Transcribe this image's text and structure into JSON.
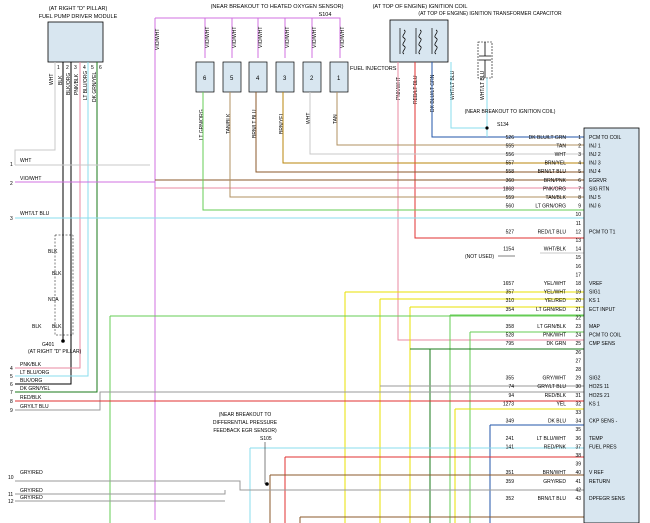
{
  "fuel_pump_module": {
    "location": "(AT RIGHT \"D\" PILLAR)",
    "name": "FUEL PUMP DRIVER MODULE",
    "pins": [
      "WHT",
      "BLK",
      "BLK/ORG",
      "PNK/BLK",
      "LT BLU/ORG",
      "DK GRN/YEL"
    ],
    "pin_numbers": [
      "1",
      "2",
      "3",
      "4",
      "5",
      "6"
    ]
  },
  "injectors": {
    "note": "(NEAR BREAKOUT TO HEATED OXYGEN SENSOR)",
    "splice": "S104",
    "label": "FUEL INJECTORS",
    "numbers": [
      "6",
      "5",
      "4",
      "3",
      "2",
      "1"
    ],
    "top_wire": "VIO/WHT",
    "bottom_wires": [
      "LT GRN/ORG",
      "TAN/BLK",
      "BRN/LT BLU",
      "BRN/YEL",
      "WHT",
      "TAN"
    ],
    "left_feed": "VIO/WHT"
  },
  "ignition_coil": {
    "label": "(AT TOP OF ENGINE) IGNITION COIL",
    "wires": [
      "PNK/WHT",
      "RED/LT BLU",
      "DK BLU/LT GRN",
      "WHT/LT BLU"
    ]
  },
  "capacitor": {
    "label": "(AT TOP OF ENGINE) IGNITION TRANSFORMER CAPACITOR"
  },
  "coil_breakout": {
    "note": "(NEAR BREAKOUT TO IGNITION COIL)",
    "splice": "S134"
  },
  "left_connector": {
    "items": [
      {
        "num": "1",
        "label": "WHT"
      },
      {
        "num": "2",
        "label": "VIO/WHT"
      },
      {
        "num": "3",
        "label": "WHT/LT BLU"
      },
      {
        "num": "4",
        "label": "PNK/BLK"
      },
      {
        "num": "5",
        "label": "LT BLU/ORG"
      },
      {
        "num": "6",
        "label": "BLK/ORG"
      },
      {
        "num": "7",
        "label": "DK GRN/YEL"
      },
      {
        "num": "8",
        "label": "RED/BLK"
      },
      {
        "num": "9",
        "label": "GRY/LT BLU"
      },
      {
        "num": "10",
        "label": "GRY/RED"
      },
      {
        "num": "11",
        "label": "GRY/RED"
      },
      {
        "num": "12",
        "label": "GRY/RED"
      }
    ]
  },
  "ground": {
    "labels": [
      "BLK",
      "BLK",
      "NCA",
      "BLK",
      "BLK"
    ],
    "id": "G401",
    "location": "(AT RIGHT \"D\" PILLAR)"
  },
  "egr_note": {
    "text": "(NEAR BREAKOUT TO DIFFERENTIAL PRESSURE FEEDBACK EGR SENSOR)",
    "splice": "S105"
  },
  "not_used": "(NOT USED)",
  "pcm_wires": [
    {
      "circuit": "526",
      "color": "DK BLU/LT GRN",
      "pin": "1",
      "func": "PCM TO COIL"
    },
    {
      "circuit": "555",
      "color": "TAN",
      "pin": "2",
      "func": "INJ 1"
    },
    {
      "circuit": "556",
      "color": "WHT",
      "pin": "3",
      "func": "INJ 2"
    },
    {
      "circuit": "557",
      "color": "BRN/YEL",
      "pin": "4",
      "func": "INJ 3"
    },
    {
      "circuit": "558",
      "color": "BRN/LT BLU",
      "pin": "5",
      "func": "INJ 4"
    },
    {
      "circuit": "360",
      "color": "BRN/PNK",
      "pin": "6",
      "func": "EGRVR"
    },
    {
      "circuit": "1868",
      "color": "PNK/ORG",
      "pin": "7",
      "func": "SIG RTN"
    },
    {
      "circuit": "559",
      "color": "TAN/BLK",
      "pin": "8",
      "func": "INJ 5"
    },
    {
      "circuit": "560",
      "color": "LT GRN/ORG",
      "pin": "9",
      "func": "INJ 6"
    },
    {
      "circuit": "",
      "color": "",
      "pin": "10",
      "func": ""
    },
    {
      "circuit": "",
      "color": "",
      "pin": "11",
      "func": ""
    },
    {
      "circuit": "527",
      "color": "RED/LT BLU",
      "pin": "12",
      "func": "PCM TO T1"
    },
    {
      "circuit": "",
      "color": "",
      "pin": "13",
      "func": ""
    },
    {
      "circuit": "1154",
      "color": "WHT/BLK",
      "pin": "14",
      "func": ""
    },
    {
      "circuit": "",
      "color": "",
      "pin": "15",
      "func": ""
    },
    {
      "circuit": "",
      "color": "",
      "pin": "16",
      "func": ""
    },
    {
      "circuit": "",
      "color": "",
      "pin": "17",
      "func": ""
    },
    {
      "circuit": "1657",
      "color": "YEL/WHT",
      "pin": "18",
      "func": "VREF"
    },
    {
      "circuit": "357",
      "color": "YEL/WHT",
      "pin": "19",
      "func": "SIG1"
    },
    {
      "circuit": "310",
      "color": "YEL/RED",
      "pin": "20",
      "func": "KS 1"
    },
    {
      "circuit": "354",
      "color": "LT GRN/RED",
      "pin": "21",
      "func": "ECT INPUT"
    },
    {
      "circuit": "",
      "color": "",
      "pin": "22",
      "func": ""
    },
    {
      "circuit": "358",
      "color": "LT GRN/BLK",
      "pin": "23",
      "func": "MAP"
    },
    {
      "circuit": "528",
      "color": "PNK/WHT",
      "pin": "24",
      "func": "PCM TO COIL"
    },
    {
      "circuit": "795",
      "color": "DK GRN",
      "pin": "25",
      "func": "CMP SENS"
    },
    {
      "circuit": "",
      "color": "",
      "pin": "26",
      "func": ""
    },
    {
      "circuit": "",
      "color": "",
      "pin": "27",
      "func": ""
    },
    {
      "circuit": "",
      "color": "",
      "pin": "28",
      "func": ""
    },
    {
      "circuit": "355",
      "color": "GRY/WHT",
      "pin": "29",
      "func": "SIG2"
    },
    {
      "circuit": "74",
      "color": "GRY/LT BLU",
      "pin": "30",
      "func": "HO2S 11"
    },
    {
      "circuit": "94",
      "color": "RED/BLK",
      "pin": "31",
      "func": "HO2S 21"
    },
    {
      "circuit": "1273",
      "color": "YEL",
      "pin": "32",
      "func": "KS 1"
    },
    {
      "circuit": "",
      "color": "",
      "pin": "33",
      "func": ""
    },
    {
      "circuit": "349",
      "color": "DK BLU",
      "pin": "34",
      "func": "CKP SENS -"
    },
    {
      "circuit": "",
      "color": "",
      "pin": "35",
      "func": ""
    },
    {
      "circuit": "241",
      "color": "LT BLU/WHT",
      "pin": "36",
      "func": "TEMP"
    },
    {
      "circuit": "141",
      "color": "RED/PNK",
      "pin": "37",
      "func": "FUEL PRES"
    },
    {
      "circuit": "",
      "color": "",
      "pin": "38",
      "func": ""
    },
    {
      "circuit": "",
      "color": "",
      "pin": "39",
      "func": ""
    },
    {
      "circuit": "351",
      "color": "BRN/WHT",
      "pin": "40",
      "func": "V REF"
    },
    {
      "circuit": "359",
      "color": "GRY/RED",
      "pin": "41",
      "func": "RETURN"
    },
    {
      "circuit": "",
      "color": "",
      "pin": "42",
      "func": ""
    },
    {
      "circuit": "352",
      "color": "BRN/LT BLU",
      "pin": "43",
      "func": "DPFEGR SENS"
    }
  ],
  "colors": {
    "wht": "#c8c8c8",
    "vio_wht": "#d070e0",
    "tan": "#b09060",
    "brn": "#8b5a2b",
    "brn_yel": "#b8860b",
    "lt_grn": "#66cc55",
    "pnk": "#e88aa0",
    "red": "#e03030",
    "lt_blu": "#88ddee",
    "dk_grn": "#1a7a1a",
    "dk_blu": "#2255aa",
    "yel": "#e8e000",
    "gry": "#999999",
    "blk": "#000000",
    "connector_fill": "#d8e6f0"
  }
}
